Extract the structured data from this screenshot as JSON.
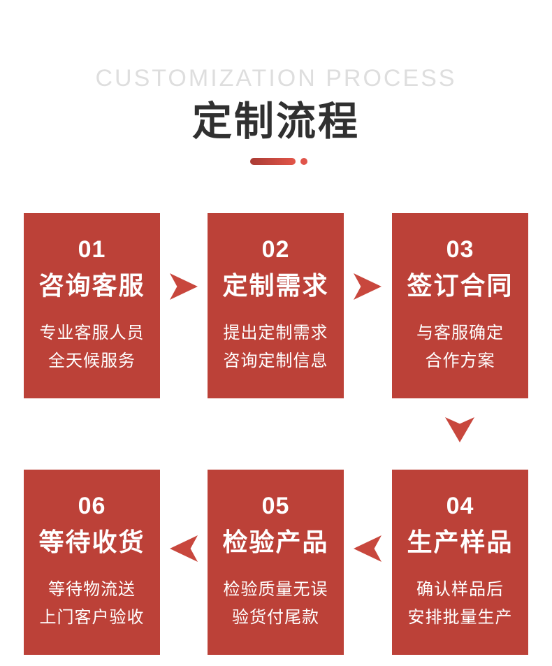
{
  "header": {
    "subtitle_en": "CUSTOMIZATION PROCESS",
    "title_zh": "定制流程"
  },
  "colors": {
    "box-red": "#bc4138",
    "arrow-red": "#c8473d",
    "divider-start": "#a93b34",
    "divider-end": "#e25549",
    "dot-red": "#e0544a",
    "title-dark": "#303030",
    "subtitle-gray": "#dedede",
    "box-text": "#ffffff"
  },
  "icons": {
    "row1_arrows": [
      "arrow-right-icon",
      "arrow-right-icon"
    ],
    "column_arrow": "arrow-down-icon",
    "row2_arrows": [
      "arrow-left-icon",
      "arrow-left-icon"
    ]
  },
  "steps": [
    {
      "number": "01",
      "title": "咨询客服",
      "lines": [
        "专业客服人员",
        "全天候服务"
      ]
    },
    {
      "number": "02",
      "title": "定制需求",
      "lines": [
        "提出定制需求",
        "咨询定制信息"
      ]
    },
    {
      "number": "03",
      "title": "签订合同",
      "lines": [
        "与客服确定",
        "合作方案"
      ]
    },
    {
      "number": "04",
      "title": "生产样品",
      "lines": [
        "确认样品后",
        "安排批量生产"
      ]
    },
    {
      "number": "05",
      "title": "检验产品",
      "lines": [
        "检验质量无误",
        "验货付尾款"
      ]
    },
    {
      "number": "06",
      "title": "等待收货",
      "lines": [
        "等待物流送",
        "上门客户验收"
      ]
    }
  ]
}
